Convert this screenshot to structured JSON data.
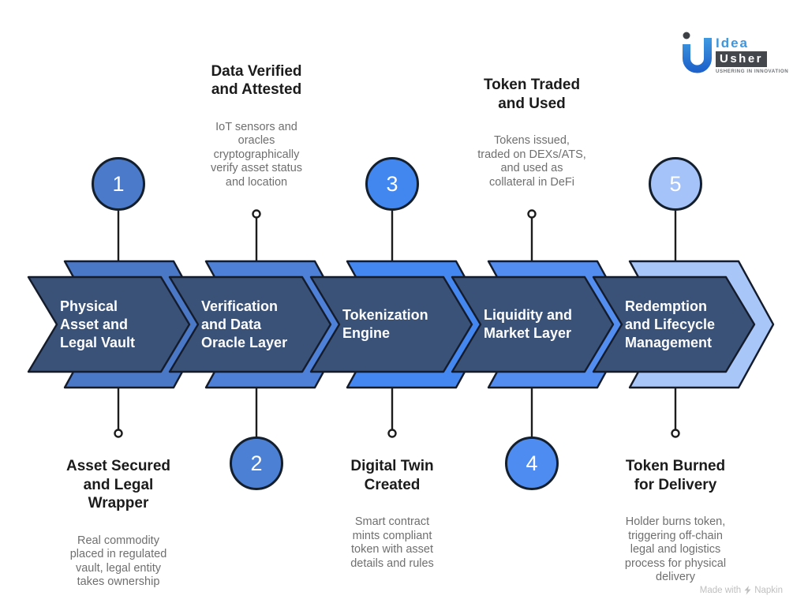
{
  "page": {
    "background": "#ffffff"
  },
  "colors": {
    "chevron_front": "#3a5278",
    "outline": "#141c2c",
    "connector": "#1c1c1c",
    "annotation_title": "#1b1b1b",
    "annotation_body": "#6f6f6f",
    "label_text": "#fdfdfe"
  },
  "steps": [
    {
      "number": "1",
      "label": "Physical\nAsset and\nLegal Vault",
      "marker_position": "above",
      "marker_color": "#4a7ac9",
      "back_color": "#4a77c6",
      "annotation": {
        "position": "below",
        "title": "Asset Secured\nand Legal\nWrapper",
        "body": "Real commodity\nplaced in regulated\nvault, legal entity\ntakes ownership"
      }
    },
    {
      "number": "2",
      "label": "Verification\nand Data\nOracle Layer",
      "marker_position": "below",
      "marker_color": "#4b80d4",
      "back_color": "#4d80d6",
      "annotation": {
        "position": "above",
        "title": "Data Verified\nand Attested",
        "body": "IoT sensors and\noracles\ncryptographically\nverify asset status\nand location"
      }
    },
    {
      "number": "3",
      "label": "Tokenization\nEngine",
      "marker_position": "above",
      "marker_color": "#4287f0",
      "back_color": "#4487f0",
      "annotation": {
        "position": "below",
        "title": "Digital Twin\nCreated",
        "body": "Smart contract\nmints compliant\ntoken with asset\ndetails and rules"
      }
    },
    {
      "number": "4",
      "label": "Liquidity and\nMarket Layer",
      "marker_position": "below",
      "marker_color": "#4f8cf2",
      "back_color": "#538df0",
      "annotation": {
        "position": "above",
        "title": "Token Traded\nand Used",
        "body": "Tokens issued,\ntraded on DEXs/ATS,\nand used as\ncollateral in DeFi"
      }
    },
    {
      "number": "5",
      "label": "Redemption\nand Lifecycle\nManagement",
      "marker_position": "above",
      "marker_color": "#a5c3f8",
      "back_color": "#a9c6f8",
      "annotation": {
        "position": "below",
        "title": "Token Burned\nfor Delivery",
        "body": "Holder burns token,\ntriggering off-chain\nlegal and logistics\nprocess for physical\ndelivery"
      }
    }
  ],
  "logo": {
    "brand_top": "Idea",
    "brand_bottom": "Usher",
    "tagline": "USHERING IN INNOVATION",
    "mark_color_top": "#3f9ae0",
    "mark_color_bottom": "#1f64cc",
    "dot_color": "#3d4145"
  },
  "watermark": {
    "text_prefix": "Made with",
    "icon": "napkin-bolt",
    "text_suffix": "Napkin"
  }
}
